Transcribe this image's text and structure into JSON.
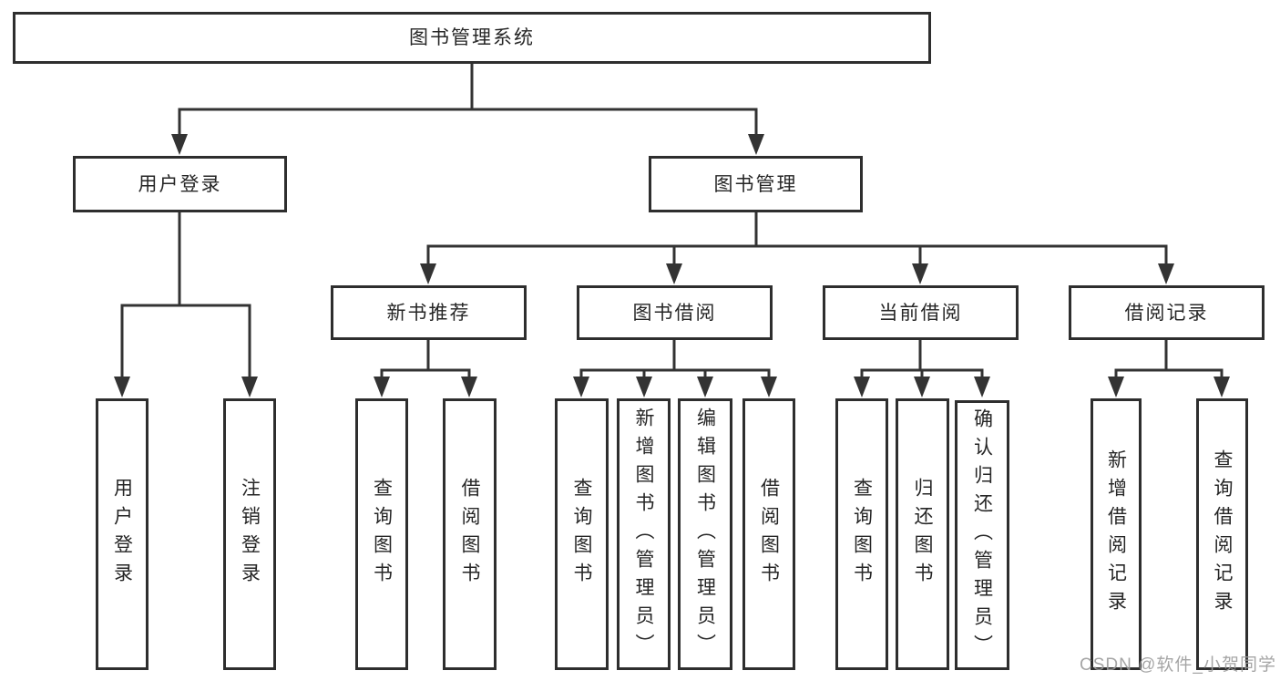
{
  "tree": {
    "root": {
      "label": "图书管理系统"
    },
    "children": [
      {
        "label": "用户登录",
        "leaves": [
          "用户登录",
          "注销登录"
        ]
      },
      {
        "label": "图书管理",
        "children": [
          {
            "label": "新书推荐",
            "leaves": [
              "查询图书",
              "借阅图书"
            ]
          },
          {
            "label": "图书借阅",
            "leaves": [
              "查询图书",
              "新增图书（管理员）",
              "编辑图书（管理员）",
              "借阅图书"
            ]
          },
          {
            "label": "当前借阅",
            "leaves": [
              "查询图书",
              "归还图书",
              "确认归还（管理员）"
            ]
          },
          {
            "label": "借阅记录",
            "leaves": [
              "新增借阅记录",
              "查询借阅记录"
            ]
          }
        ]
      }
    ]
  },
  "watermark": {
    "text": "CSDN @软件_小贺同学"
  },
  "colors": {
    "line": "#333333",
    "box_border": "#2e2e2e",
    "text": "#262626",
    "watermark": "#9c9c9c",
    "background": "#ffffff"
  }
}
